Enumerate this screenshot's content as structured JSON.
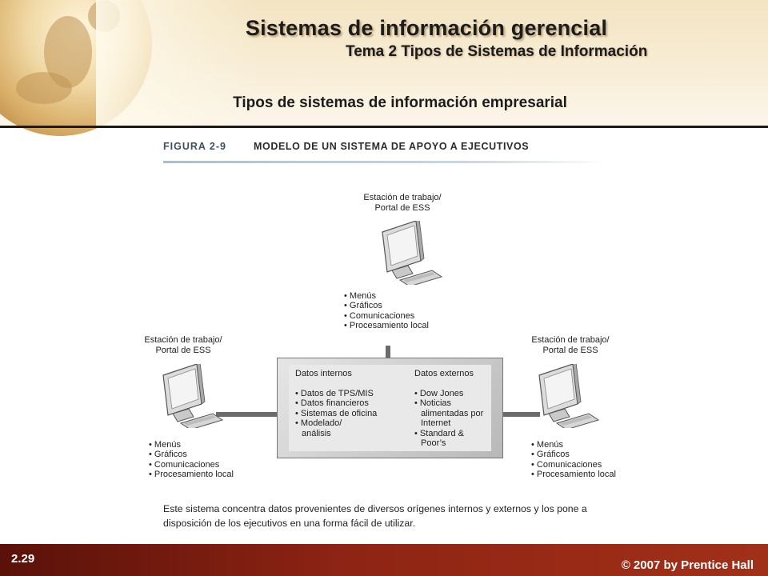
{
  "header": {
    "title": "Sistemas de información gerencial",
    "subtitle": "Tema  2 Tipos de Sistemas de Información",
    "section": "Tipos de sistemas de información empresarial"
  },
  "figure": {
    "label": "FIGURA 2-9",
    "name": "MODELO DE UN SISTEMA DE APOYO A EJECUTIVOS",
    "workstations": [
      {
        "label_lines": [
          "Estación de trabajo/",
          "Portal de ESS"
        ],
        "features": [
          "Menús",
          "Gráficos",
          "Comunicaciones",
          "Procesamiento local"
        ]
      },
      {
        "label_lines": [
          "Estación de trabajo/",
          "Portal de ESS"
        ],
        "features": [
          "Menús",
          "Gráficos",
          "Comunicaciones",
          "Procesamiento local"
        ]
      },
      {
        "label_lines": [
          "Estación de trabajo/",
          "Portal de ESS"
        ],
        "features": [
          "Menús",
          "Gráficos",
          "Comunicaciones",
          "Procesamiento local"
        ]
      }
    ],
    "data_store": {
      "internal": {
        "title": "Datos internos",
        "items": [
          "Datos de TPS/MIS",
          "Datos financieros",
          "Sistemas de oficina",
          "Modelado/",
          "análisis"
        ]
      },
      "external": {
        "title": "Datos externos",
        "items": [
          "Dow Jones",
          "Noticias",
          "alimentadas por",
          "Internet",
          "Standard &",
          "Poor’s"
        ]
      }
    },
    "caption_lines": [
      "Este sistema concentra datos provenientes de diversos orígenes internos y externos y los pone a",
      "disposición de los ejecutivos en una forma fácil de utilizar."
    ]
  },
  "footer": {
    "slide_number": "2.29",
    "copyright": "© 2007 by Prentice Hall"
  },
  "icons": [
    "globe-icon",
    "computer-icon"
  ],
  "colors": {
    "footer": "#8e2414",
    "header": "#f3e4c2",
    "figure_label": "#3d4f63"
  }
}
